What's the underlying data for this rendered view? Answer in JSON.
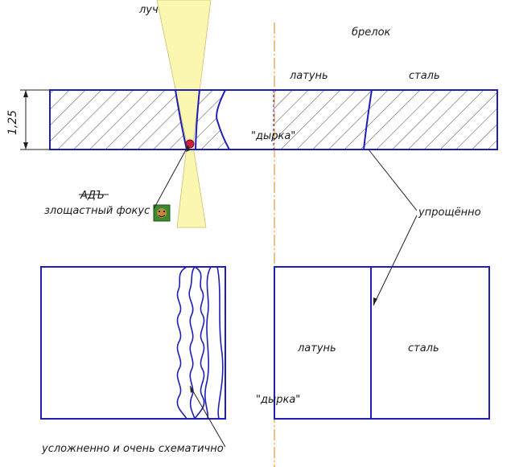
{
  "labels": {
    "beam": "луч",
    "keychain": "брелок",
    "brass_top": "латунь",
    "steel_top": "сталь",
    "hole_top": "\"дырка\"",
    "adb": "АДЪ",
    "focus": "злощастный фокус",
    "simplified": "упрощённо",
    "brass_bottom": "латунь",
    "steel_bottom": "сталь",
    "hole_bottom": "\"дырка\"",
    "complicated": "усложненно и очень схематично",
    "dimension": "1,25"
  },
  "colors": {
    "outline": "#1f1fb3",
    "beam": "#fbf7b0",
    "axis": "#e39a3a",
    "focus_dot": "#d0203a",
    "hatch": "#333333"
  },
  "icons": [
    "focus-point-icon",
    "emoji-face-icon"
  ]
}
